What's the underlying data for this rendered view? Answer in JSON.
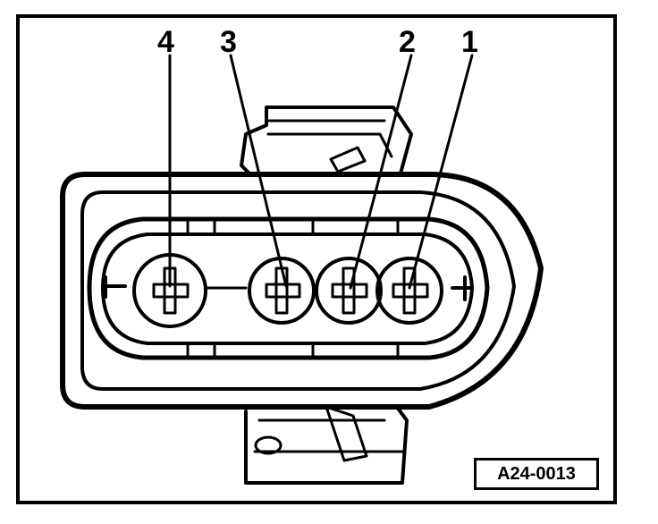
{
  "diagram": {
    "pin_labels": [
      "4",
      "3",
      "2",
      "1"
    ],
    "reference_code": "A24-0013"
  }
}
